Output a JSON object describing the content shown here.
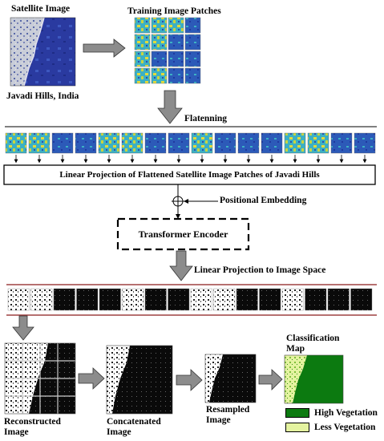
{
  "labels": {
    "satellite_image": "Satellite Image",
    "training_patches": "Training Image Patches",
    "location": "Javadi Hills, India",
    "flattening": "Flatenning",
    "linear_projection": "Linear Projection of Flattened Satellite Image Patches of Javadi Hills",
    "positional_embedding": "Positional Embedding",
    "transformer_encoder": "Transformer Encoder",
    "projection_to_image": "Linear Projection to Image Space",
    "reconstructed": "Reconstructed Image",
    "concatenated": "Concatenated Image",
    "resampled": "Resampled Image",
    "classification_map": "Classification Map"
  },
  "legend": [
    {
      "label": "High Vegetation",
      "color": "#0c7a10"
    },
    {
      "label": "Less Vegetation",
      "color": "#e4f3a0"
    }
  ],
  "colors": {
    "satellite_blue": "#28389c",
    "patch_yellow": "#e0d838",
    "patch_cyan": "#3cb0c4",
    "separator_red": "#8b1a1a",
    "arrow_gray": "#8c8c8c"
  },
  "icons": {
    "embedding_symbol": "crosshair-circle-icon"
  }
}
